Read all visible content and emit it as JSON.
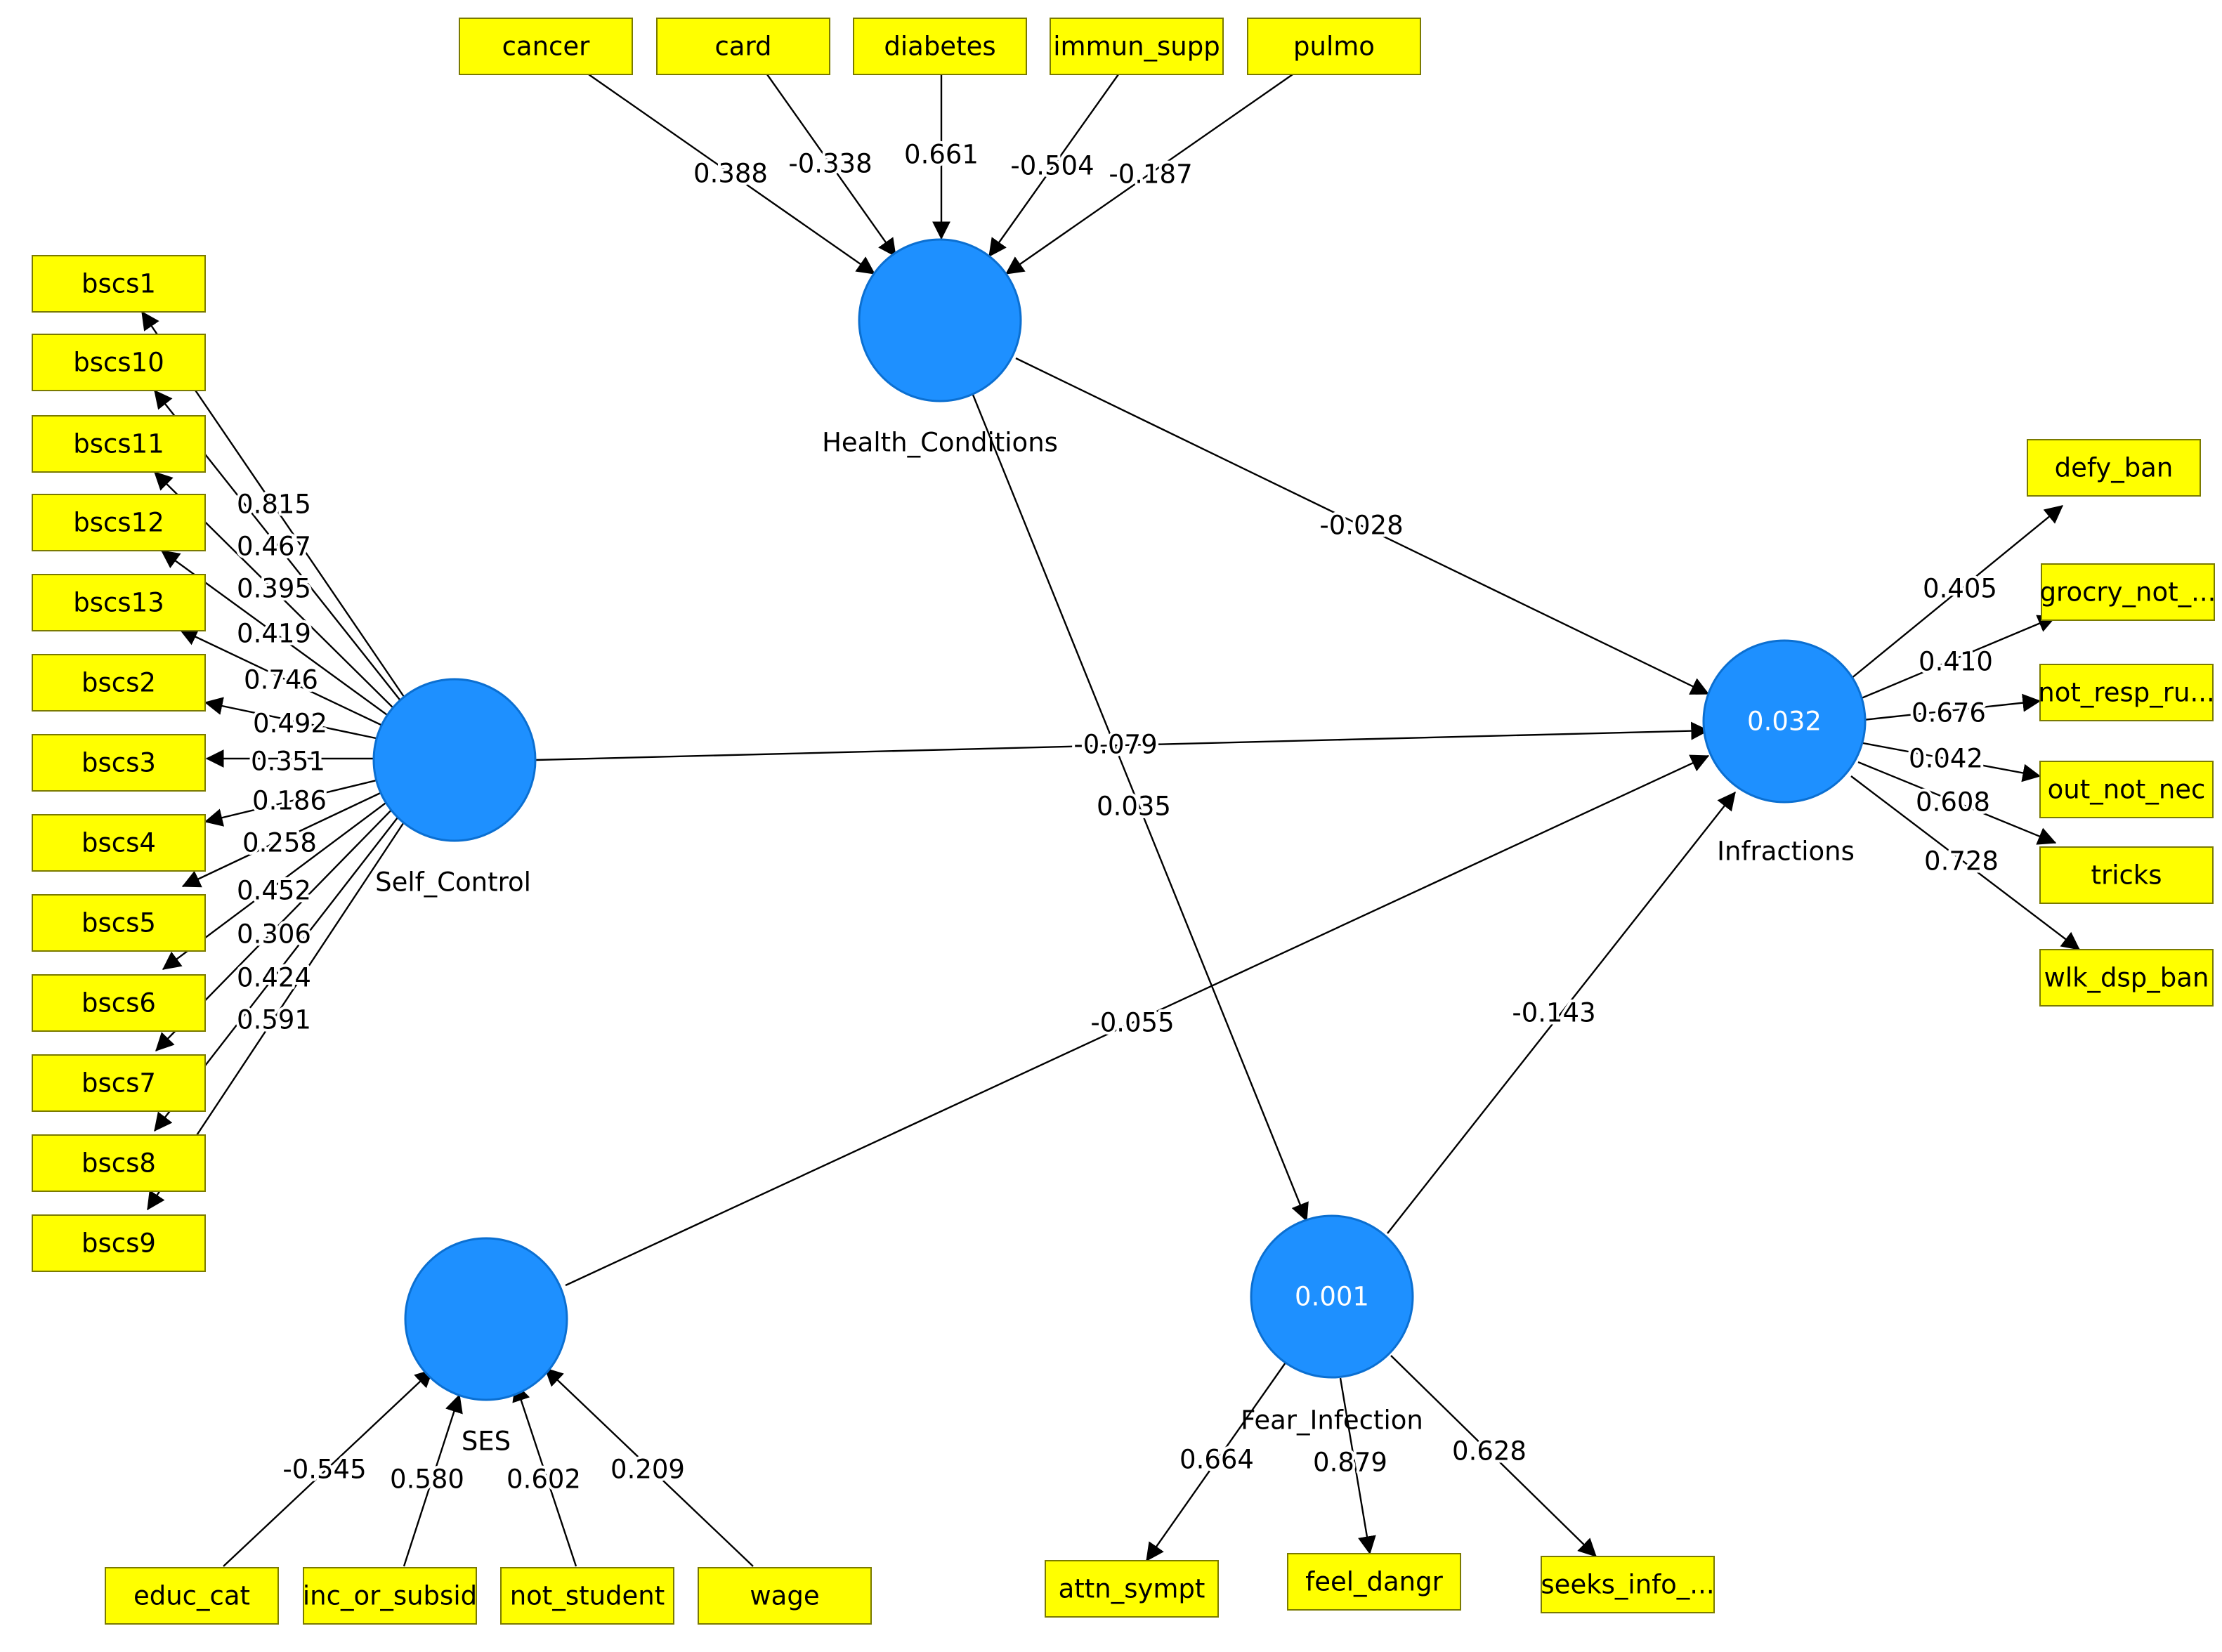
{
  "diagram": {
    "colors": {
      "indicator_fill": "#ffff00",
      "latent_fill": "#1e90ff",
      "edge": "#000000"
    },
    "latents": {
      "health": {
        "label": "Health_Conditions",
        "value": ""
      },
      "self": {
        "label": "Self_Control",
        "value": ""
      },
      "infr": {
        "label": "Infractions",
        "value": "0.032"
      },
      "fear": {
        "label": "Fear_Infection",
        "value": "0.001"
      },
      "ses": {
        "label": "SES",
        "value": ""
      }
    },
    "indicators": {
      "cancer": "cancer",
      "card": "card",
      "diabetes": "diabetes",
      "immun_supp": "immun_supp",
      "pulmo": "pulmo",
      "bscs1": "bscs1",
      "bscs10": "bscs10",
      "bscs11": "bscs11",
      "bscs12": "bscs12",
      "bscs13": "bscs13",
      "bscs2": "bscs2",
      "bscs3": "bscs3",
      "bscs4": "bscs4",
      "bscs5": "bscs5",
      "bscs6": "bscs6",
      "bscs7": "bscs7",
      "bscs8": "bscs8",
      "bscs9": "bscs9",
      "defy_ban": "defy_ban",
      "grocry_not": "grocry_not_...",
      "not_resp": "not_resp_ru...",
      "out_not_nec": "out_not_nec",
      "tricks": "tricks",
      "wlk_dsp_ban": "wlk_dsp_ban",
      "attn_sympt": "attn_sympt",
      "feel_dangr": "feel_dangr",
      "seeks_info": "seeks_info_...",
      "educ_cat": "educ_cat",
      "inc_or_subsid": "inc_or_subsid",
      "not_student": "not_student",
      "wage": "wage"
    },
    "weights": {
      "cancer": "0.388",
      "card": "-0.338",
      "diabetes": "0.661",
      "immun_supp": "-0.504",
      "pulmo": "-0.187",
      "bscs1": "0.815",
      "bscs10": "0.467",
      "bscs11": "0.395",
      "bscs12": "0.419",
      "bscs13": "0.746",
      "bscs2": "0.492",
      "bscs3": "0.351",
      "bscs4": "0.186",
      "bscs5": "0.258",
      "bscs6": "0.452",
      "bscs7": "0.306",
      "bscs8": "0.424",
      "bscs9": "0.591",
      "defy_ban": "0.405",
      "grocry_not": "0.410",
      "not_resp": "0.676",
      "out_not_nec": "0.042",
      "tricks": "0.608",
      "wlk_dsp_ban": "0.728",
      "attn_sympt": "0.664",
      "feel_dangr": "0.879",
      "seeks_info": "0.628",
      "educ_cat": "-0.545",
      "inc_or_subsid": "0.580",
      "not_student": "0.602",
      "wage": "0.209"
    },
    "paths": {
      "health_infr": "-0.028",
      "health_fear": "0.035",
      "self_infr": "-0.079",
      "ses_infr": "-0.055",
      "fear_infr": "-0.143"
    }
  }
}
